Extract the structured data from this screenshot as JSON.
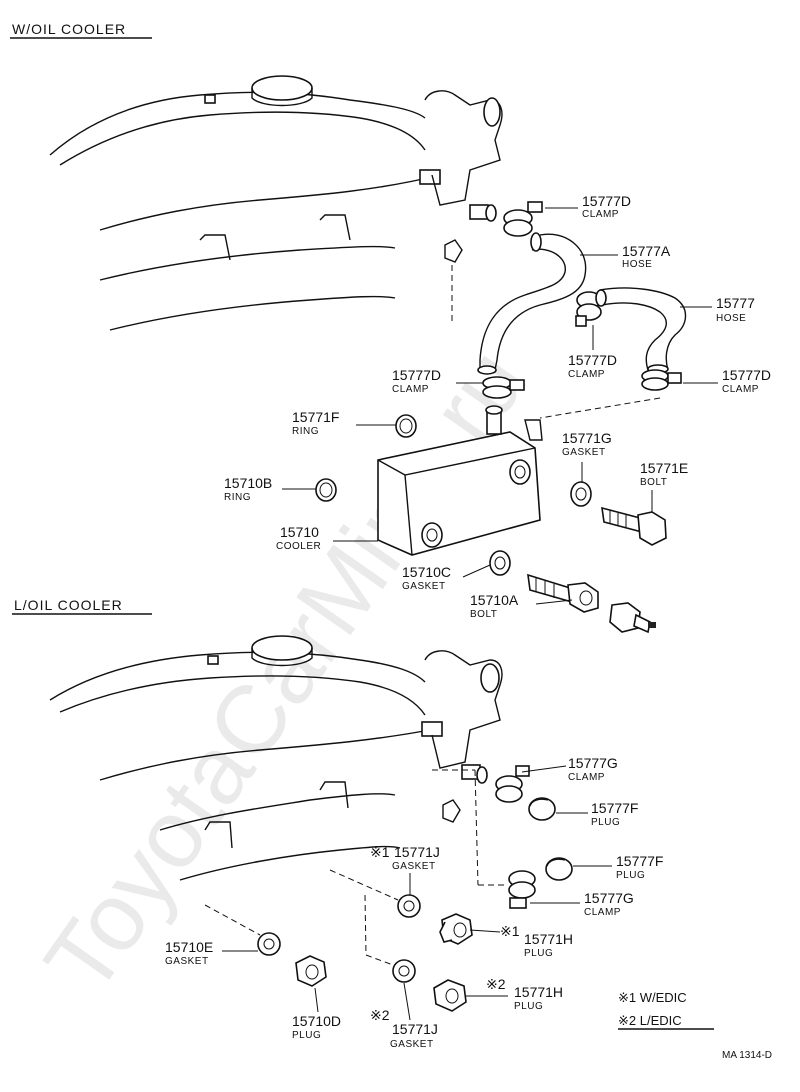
{
  "sections": {
    "top": "W/OIL  COOLER",
    "bottom": "L/OIL  COOLER"
  },
  "watermark": "ToyotaCarMine.ru",
  "parts": [
    {
      "number": "15777D",
      "name": "CLAMP"
    },
    {
      "number": "15777A",
      "name": "HOSE"
    },
    {
      "number": "15777",
      "name": "HOSE"
    },
    {
      "number": "15777D",
      "name": "CLAMP"
    },
    {
      "number": "15777D",
      "name": "CLAMP"
    },
    {
      "number": "15777D",
      "name": "CLAMP"
    },
    {
      "number": "15771F",
      "name": "RING"
    },
    {
      "number": "15771G",
      "name": "GASKET"
    },
    {
      "number": "15771E",
      "name": "BOLT"
    },
    {
      "number": "15710B",
      "name": "RING"
    },
    {
      "number": "15710",
      "name": "COOLER"
    },
    {
      "number": "15710C",
      "name": "GASKET"
    },
    {
      "number": "15710A",
      "name": "BOLT"
    },
    {
      "number": "15777G",
      "name": "CLAMP"
    },
    {
      "number": "15777F",
      "name": "PLUG"
    },
    {
      "number": "15777F",
      "name": "PLUG"
    },
    {
      "number": "15771J",
      "name": "GASKET",
      "mark": "※1"
    },
    {
      "number": "15777G",
      "name": "CLAMP"
    },
    {
      "number": "15771H",
      "name": "PLUG",
      "mark": "※1"
    },
    {
      "number": "15710E",
      "name": "GASKET"
    },
    {
      "number": "15771H",
      "name": "PLUG",
      "mark": "※2"
    },
    {
      "number": "15710D",
      "name": "PLUG"
    },
    {
      "number": "15771J",
      "name": "GASKET",
      "mark": "※2"
    }
  ],
  "legend": {
    "line1": "※1 W/EDIC",
    "line2": "※2 L/EDIC"
  },
  "figure_code": "MA 1314-D"
}
